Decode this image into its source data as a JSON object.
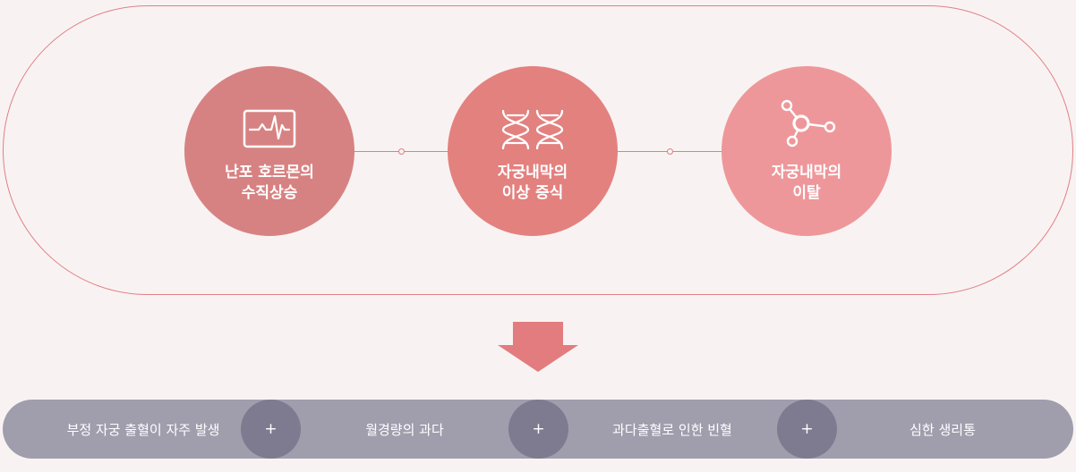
{
  "colors": {
    "background": "#f8f3f2",
    "frame_line": "#e07f86",
    "circle_1": "#d78282",
    "circle_2": "#e3817f",
    "circle_3": "#ee979a",
    "arrow": "#e37c7f",
    "bar": "#a09ead",
    "plus_circle": "#7e7b91"
  },
  "circles": [
    {
      "icon": "heart-monitor-icon",
      "label": "난포 호르몬의\n수직상승"
    },
    {
      "icon": "dna-icon",
      "label": "자궁내막의\n이상 증식"
    },
    {
      "icon": "molecule-icon",
      "label": "자궁내막의\n이탈"
    }
  ],
  "arrow_icon": "arrow-down-icon",
  "symptoms": [
    "부정 자궁 출혈이 자주 발생",
    "월경량의 과다",
    "과다출혈로 인한 빈혈",
    "심한 생리통"
  ],
  "plus_symbol": "+"
}
